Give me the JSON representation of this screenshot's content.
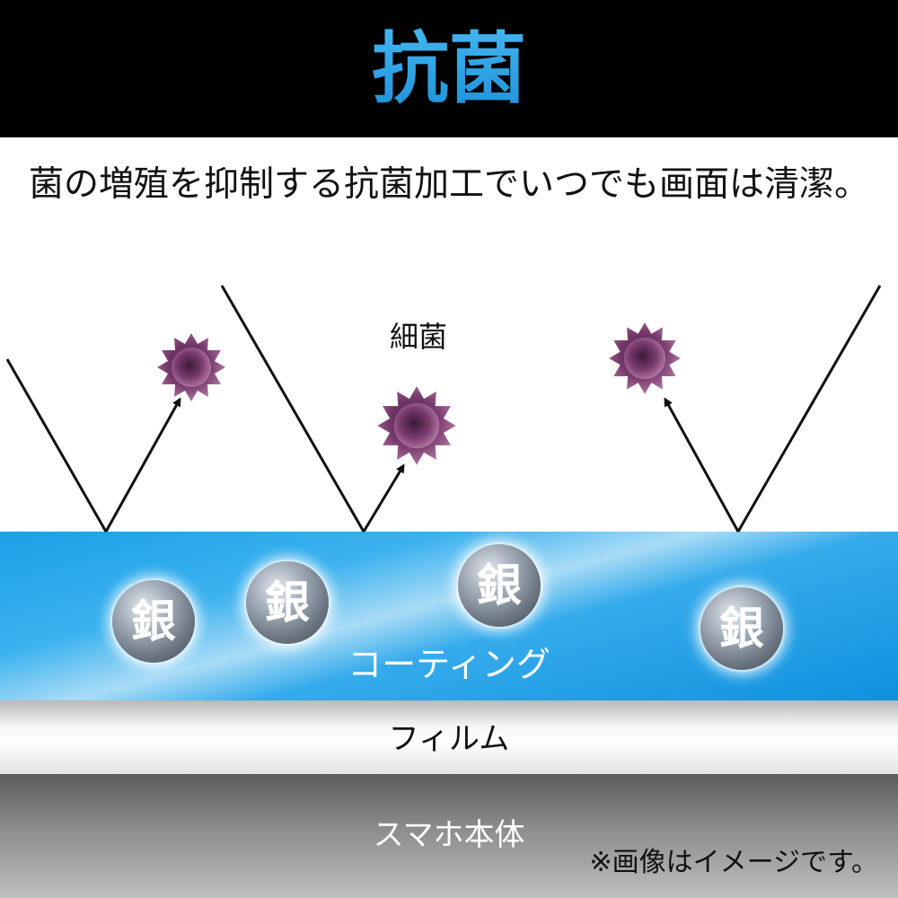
{
  "header": {
    "title": "抗菌"
  },
  "subtitle": "菌の増殖を抑制する抗菌加工でいつでも画面は清潔。",
  "diagram": {
    "bacteria_label": "細菌",
    "silver_label": "銀",
    "layers": {
      "coating": "コーティング",
      "film": "フィルム",
      "body": "スマホ本体"
    }
  },
  "note": "※画像はイメージです。",
  "colors": {
    "header_bg": "#000000",
    "title_blue": "#1f9be4",
    "coating_blue": "#1aa0e8",
    "bacteria_purple": "#7a3b6e"
  }
}
